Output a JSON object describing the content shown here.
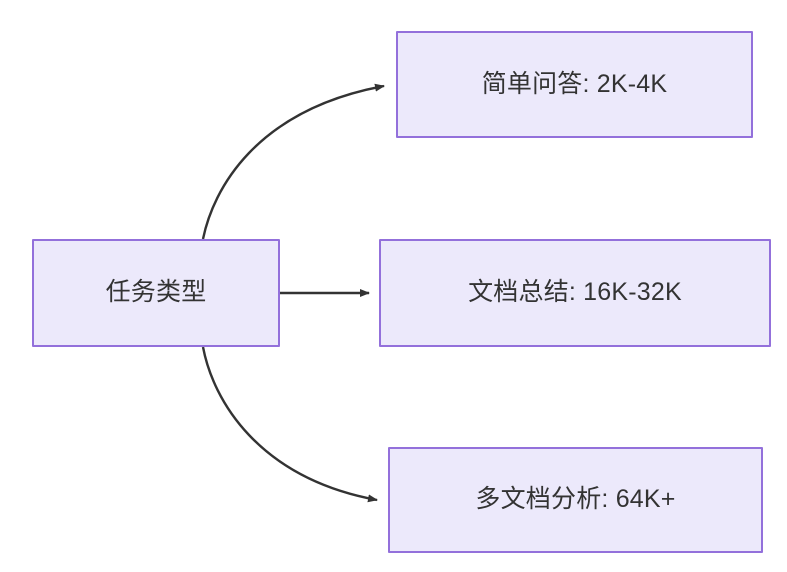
{
  "diagram": {
    "type": "flowchart",
    "direction": "left-to-right",
    "background_color": "#ffffff",
    "node_fill_color": "#ece9fb",
    "node_border_color": "#9370db",
    "node_text_color": "#333333",
    "edge_color": "#333333",
    "nodes": [
      {
        "id": "source",
        "label": "任务类型",
        "role": "root"
      },
      {
        "id": "simple-qa",
        "label": "简单问答: 2K-4K",
        "role": "leaf"
      },
      {
        "id": "doc-summary",
        "label": "文档总结: 16K-32K",
        "role": "leaf"
      },
      {
        "id": "multi-doc",
        "label": "多文档分析: 64K+",
        "role": "leaf"
      }
    ],
    "edges": [
      {
        "id": "edge-source-simple-qa",
        "from": "source",
        "to": "simple-qa",
        "shape": "curved",
        "arrowhead": "filled-triangle"
      },
      {
        "id": "edge-source-doc-summary",
        "from": "source",
        "to": "doc-summary",
        "shape": "straight",
        "arrowhead": "filled-triangle"
      },
      {
        "id": "edge-source-multi-doc",
        "from": "source",
        "to": "multi-doc",
        "shape": "curved",
        "arrowhead": "filled-triangle"
      }
    ]
  }
}
